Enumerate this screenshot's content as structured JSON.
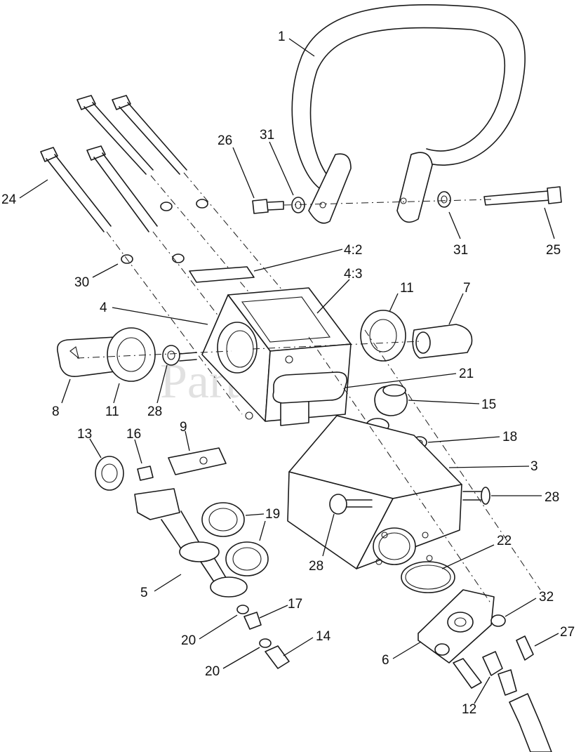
{
  "watermark": "PartsTree",
  "callouts": [
    "1",
    "24",
    "26",
    "31",
    "31",
    "25",
    "30",
    "4:2",
    "4:3",
    "4",
    "11",
    "7",
    "8",
    "11",
    "28",
    "21",
    "15",
    "13",
    "16",
    "9",
    "18",
    "3",
    "28",
    "19",
    "28",
    "22",
    "5",
    "17",
    "20",
    "14",
    "20",
    "32",
    "27",
    "6",
    "12"
  ],
  "colors": {
    "line": "#1a1a1a",
    "background": "#ffffff",
    "watermark": "#c9c9c9"
  }
}
